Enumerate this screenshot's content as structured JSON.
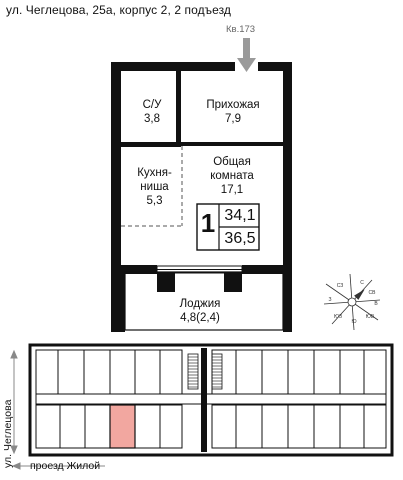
{
  "header": {
    "address": "ул. Чеглецова, 25а, корпус 2, 2 подъезд"
  },
  "apartment": {
    "ref_label": "Кв.173",
    "rooms_count": "1",
    "living_area": "34,1",
    "total_area": "36,5"
  },
  "rooms": {
    "bathroom": {
      "name": "С/У",
      "area": "3,8"
    },
    "hallway": {
      "name": "Прихожая",
      "area": "7,9"
    },
    "kitchen": {
      "name_line1": "Кухня-",
      "name_line2": "ниша",
      "area": "5,3"
    },
    "living": {
      "name_line1": "Общая",
      "name_line2": "комната",
      "area": "17,1"
    },
    "loggia": {
      "name": "Лоджия",
      "area": "4,8(2,4)"
    }
  },
  "floorplan": {
    "street_side": "ул. Чеглецова",
    "street_bottom": "проезд Жилой",
    "highlight_color": "#f2a7a0"
  },
  "compass": {
    "labels": [
      "С",
      "СВ",
      "В",
      "ЮВ",
      "Ю",
      "ЮЗ",
      "З",
      "СЗ"
    ]
  },
  "colors": {
    "wall": "#111111",
    "highlight": "#f2a7a0"
  }
}
